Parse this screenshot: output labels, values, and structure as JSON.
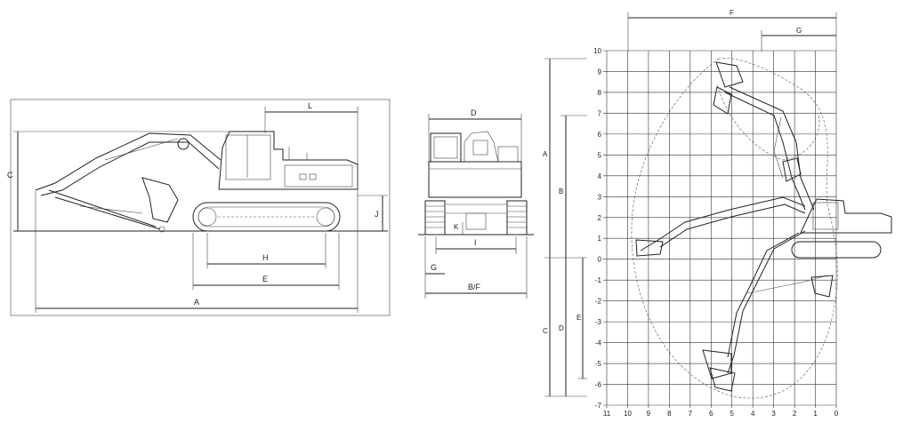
{
  "side_view": {
    "dims": {
      "A": "A",
      "C": "C",
      "E": "E",
      "H": "H",
      "J": "J",
      "L": "L"
    }
  },
  "front_view": {
    "dims": {
      "D": "D",
      "G": "G",
      "I": "I",
      "K": "K",
      "BF": "B/F"
    }
  },
  "range_chart": {
    "dims": {
      "A": "A",
      "B": "B",
      "C": "C",
      "D": "D",
      "E": "E",
      "F": "F",
      "G": "G"
    },
    "y_ticks": [
      "10",
      "9",
      "8",
      "7",
      "6",
      "5",
      "4",
      "3",
      "2",
      "1",
      "0",
      "-1",
      "-2",
      "-3",
      "-4",
      "-5",
      "-6",
      "-7"
    ],
    "x_ticks": [
      "11",
      "10",
      "9",
      "8",
      "7",
      "6",
      "5",
      "4",
      "3",
      "2",
      "1",
      "0"
    ]
  }
}
